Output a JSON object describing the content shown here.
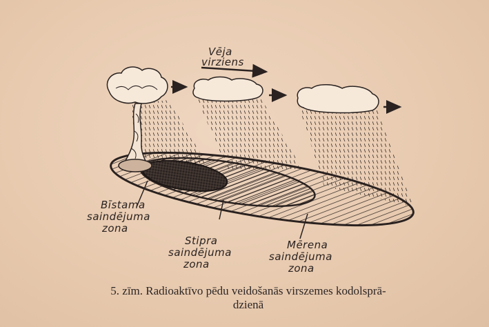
{
  "wind_label": {
    "line1": "Vēja",
    "line2": "virziens"
  },
  "zones": {
    "dangerous": {
      "line1": "Bīstama",
      "line2": "saindējuma",
      "line3": "zona"
    },
    "strong": {
      "line1": "Stipra",
      "line2": "saindējuma",
      "line3": "zona"
    },
    "moderate": {
      "line1": "Mērena",
      "line2": "saindējuma",
      "line3": "zona"
    }
  },
  "caption": {
    "line1": "5. zīm. Radioaktīvo pēdu veidošanās virszemes kodolsprā-",
    "line2": "dzienā"
  },
  "colors": {
    "paper": "#e9cdb4",
    "ink": "#2a2220"
  }
}
